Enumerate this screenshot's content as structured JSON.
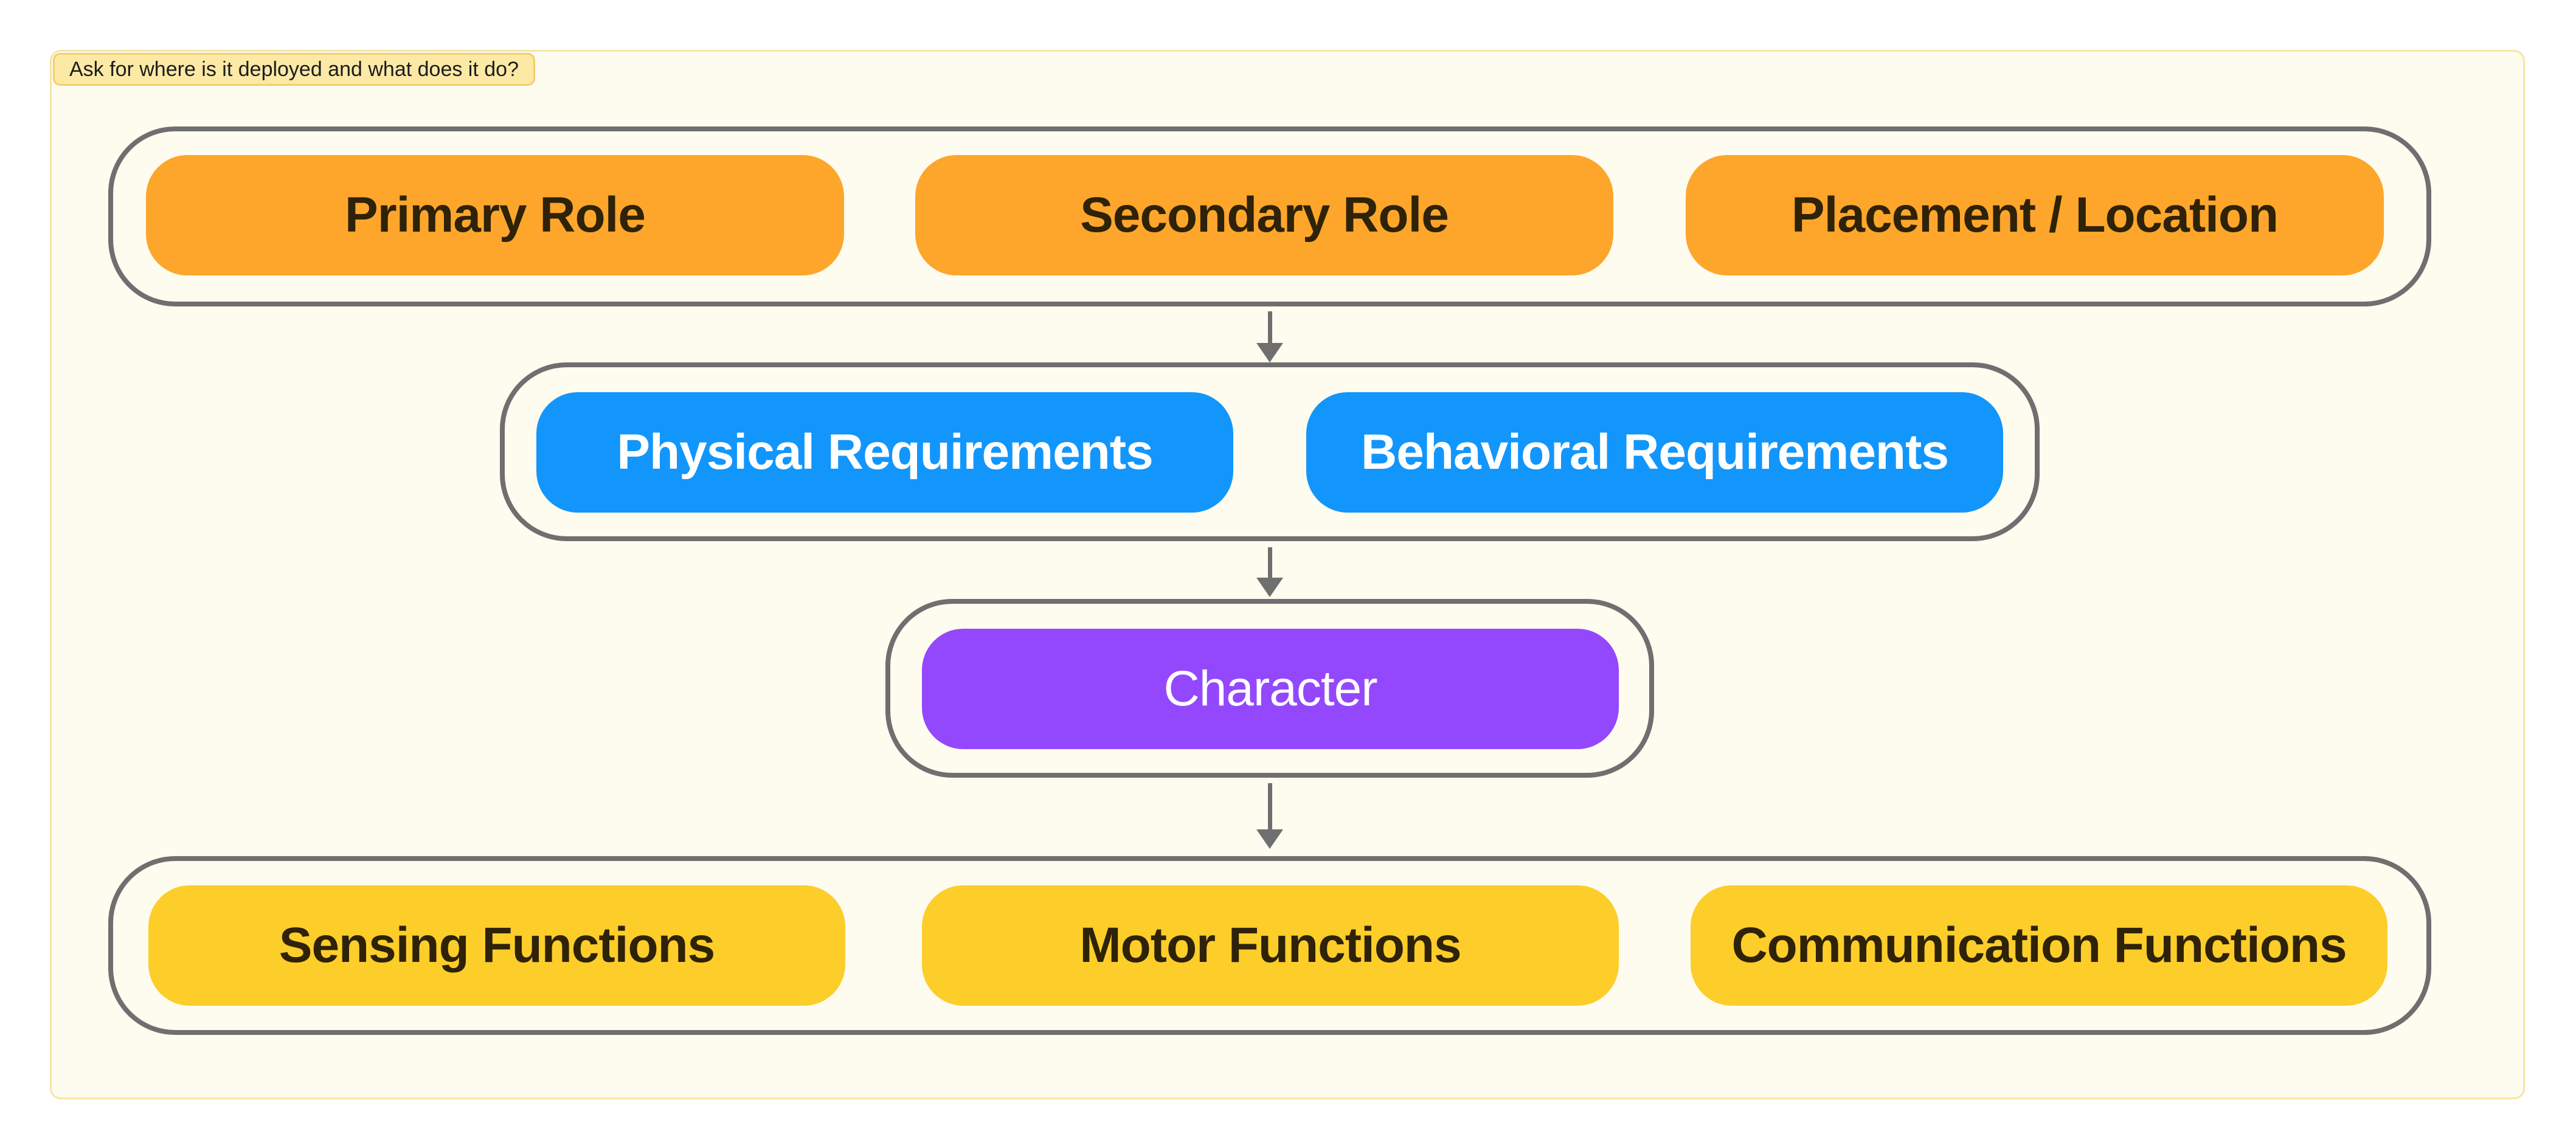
{
  "canvas": {
    "section_label": "Ask for where is it deployed and what does it do?"
  },
  "colors": {
    "background_frame": "#fefbef",
    "frame_border": "#f6e6a4",
    "group_border": "#6f6f6f",
    "orange": "#fda62b",
    "blue": "#1296fc",
    "purple": "#9448fd",
    "yellow": "#fdcd2a"
  },
  "row1": {
    "nodes": [
      "Primary Role",
      "Secondary Role",
      "Placement / Location"
    ]
  },
  "row2": {
    "nodes": [
      "Physical Requirements",
      "Behavioral Requirements"
    ]
  },
  "row3": {
    "nodes": [
      "Character"
    ]
  },
  "row4": {
    "nodes": [
      "Sensing Functions",
      "Motor Functions",
      "Communication Functions"
    ]
  }
}
